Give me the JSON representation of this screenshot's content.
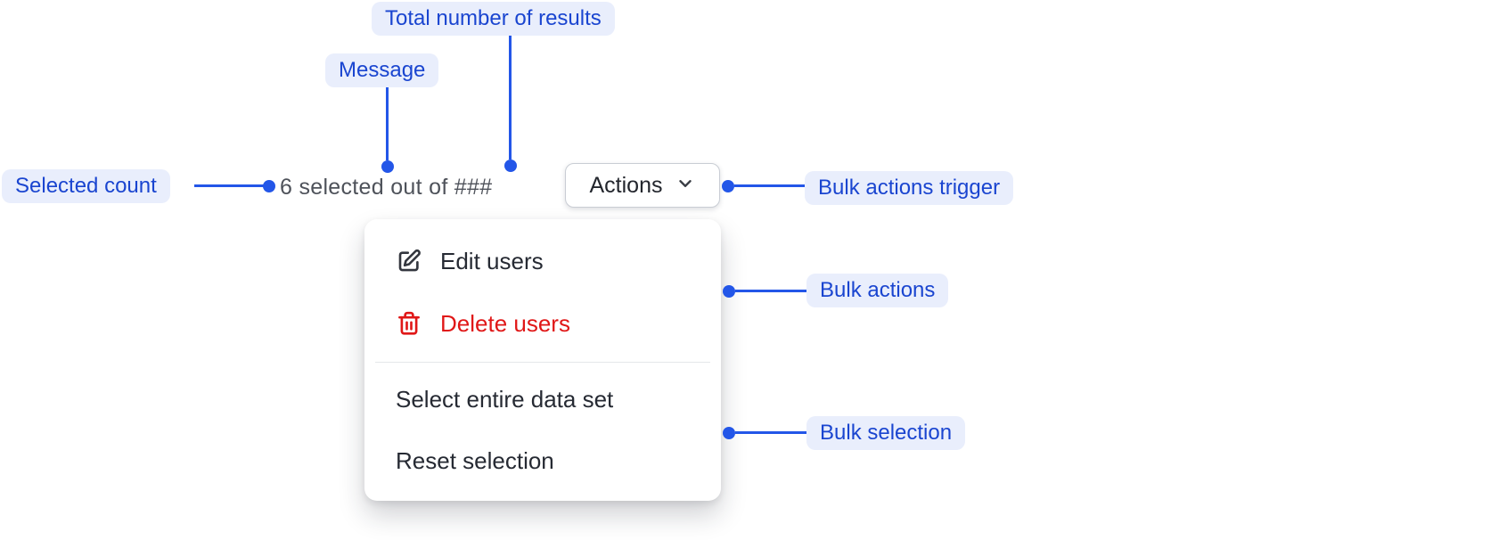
{
  "colors": {
    "annotation_text_blue": "#1a45d0",
    "connector_blue": "#2356e8",
    "annotation_pill_bg": "#e9eefc",
    "menu_text": "#262a33",
    "danger_red": "#e01717",
    "message_gray": "#4e525a",
    "button_border": "#c9cdd4",
    "divider": "#e5e7ea",
    "surface": "#ffffff"
  },
  "annotations": {
    "total_results": "Total number of results",
    "message": "Message",
    "selected_count": "Selected count",
    "bulk_actions_trigger": "Bulk actions trigger",
    "bulk_actions": "Bulk actions",
    "bulk_selection": "Bulk selection"
  },
  "bulk_bar": {
    "message": "6 selected out of ###",
    "selected_count_value": "6",
    "total_placeholder": "###",
    "actions_button_label": "Actions"
  },
  "menu": {
    "items": [
      {
        "label": "Edit users",
        "icon": "edit-icon",
        "variant": "default"
      },
      {
        "label": "Delete users",
        "icon": "trash-icon",
        "variant": "danger"
      },
      {
        "label": "Select entire data set",
        "icon": "",
        "variant": "default"
      },
      {
        "label": "Reset selection",
        "icon": "",
        "variant": "default"
      }
    ]
  }
}
